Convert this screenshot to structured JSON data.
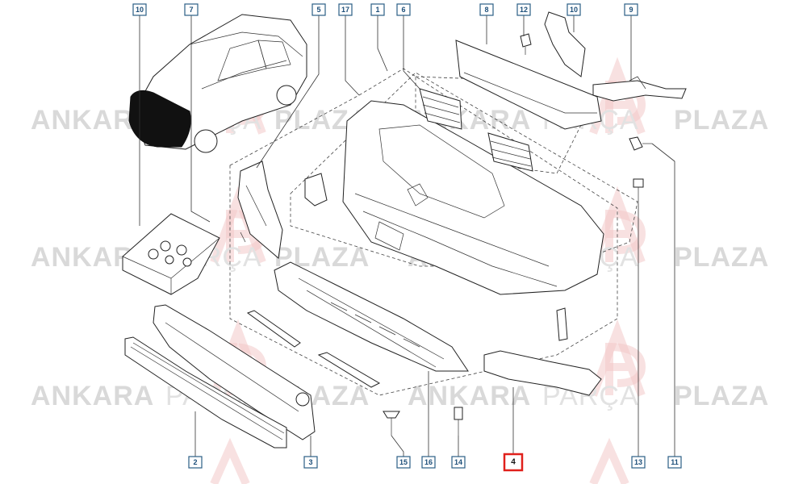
{
  "watermark": {
    "word1": "ANKARA",
    "word2": "PARÇA",
    "word3": "PLAZA"
  },
  "callouts": [
    {
      "id": "c1",
      "label": "1"
    },
    {
      "id": "c2",
      "label": "2"
    },
    {
      "id": "c3",
      "label": "3"
    },
    {
      "id": "c4",
      "label": "4",
      "highlighted": true
    },
    {
      "id": "c5",
      "label": "5"
    },
    {
      "id": "c6",
      "label": "6"
    },
    {
      "id": "c7",
      "label": "7"
    },
    {
      "id": "c8",
      "label": "8"
    },
    {
      "id": "c9",
      "label": "9"
    },
    {
      "id": "c10a",
      "label": "10"
    },
    {
      "id": "c10b",
      "label": "10"
    },
    {
      "id": "c11",
      "label": "11"
    },
    {
      "id": "c12",
      "label": "12"
    },
    {
      "id": "c13",
      "label": "13"
    },
    {
      "id": "c14",
      "label": "14"
    },
    {
      "id": "c15",
      "label": "15"
    },
    {
      "id": "c16",
      "label": "16"
    },
    {
      "id": "c17",
      "label": "17"
    }
  ],
  "colors": {
    "callout_border": "#2b5f86",
    "callout_text": "#1d4f7a",
    "highlight_border": "#e0201b",
    "watermark": "#d9d9d9",
    "logo_tint": "#f3c9c9"
  }
}
